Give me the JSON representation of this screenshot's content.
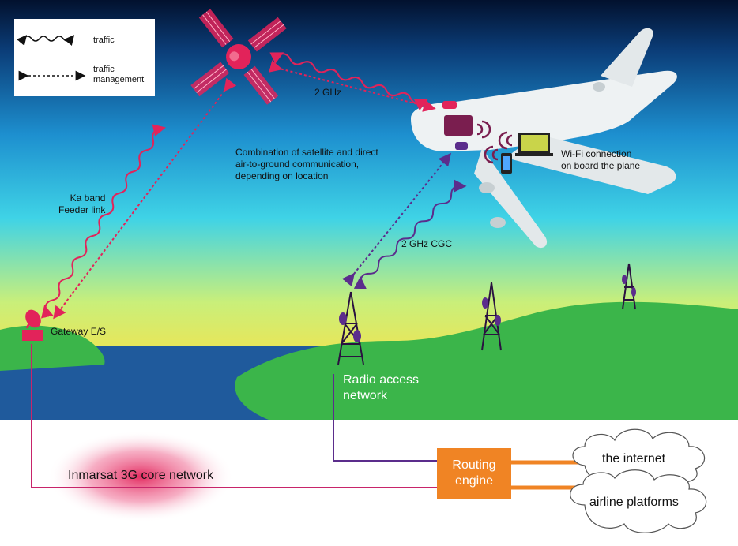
{
  "legend": {
    "traffic": "traffic",
    "traffic_management": "traffic\nmanagement"
  },
  "labels": {
    "two_ghz": "2 GHz",
    "combination": "Combination of satellite and direct\nair-to-ground communication,\ndepending on location",
    "ka_band": "Ka band\nFeeder link",
    "wifi": "Wi-Fi connection\non board the plane",
    "cgc": "2 GHz CGC",
    "gateway": "Gateway E/S",
    "radio_access": "Radio access\nnetwork",
    "routing_engine": "Routing\nengine",
    "internet": "the internet",
    "airline_platforms": "airline platforms",
    "core_network": "Inmarsat 3G core network"
  },
  "colors": {
    "traffic_wave": "#e2235a",
    "cgc_link": "#5b2d8c",
    "routing": "#f08424",
    "land": "#3bb54a",
    "sea": "#1f5a9c",
    "device": "#7a1e4f"
  }
}
